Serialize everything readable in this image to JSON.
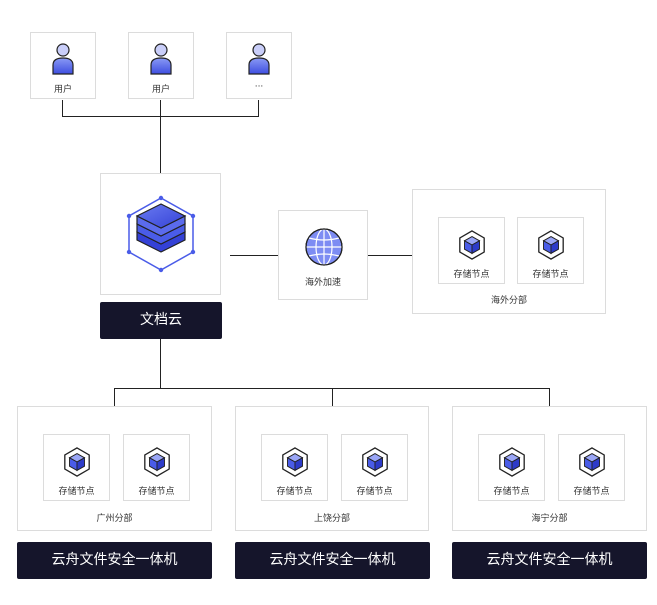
{
  "users": [
    {
      "label": "用户",
      "icon": "user-icon"
    },
    {
      "label": "用户",
      "icon": "user-icon"
    },
    {
      "label": "···",
      "icon": "user-icon"
    }
  ],
  "cloud": {
    "label": "文档云",
    "icon": "cloud-stack-icon"
  },
  "accel": {
    "label": "海外加速",
    "icon": "globe-icon"
  },
  "overseas": {
    "title": "海外分部",
    "nodes": [
      "存储节点",
      "存储节点"
    ]
  },
  "branches": [
    {
      "title": "广州分部",
      "nodes": [
        "存储节点",
        "存储节点"
      ],
      "appliance": "云舟文件安全一体机"
    },
    {
      "title": "上饶分部",
      "nodes": [
        "存储节点",
        "存储节点"
      ],
      "appliance": "云舟文件安全一体机"
    },
    {
      "title": "海宁分部",
      "nodes": [
        "存储节点",
        "存储节点"
      ],
      "appliance": "云舟文件安全一体机"
    }
  ],
  "colors": {
    "accent": "#4a5ce8",
    "dark_bar": "#15152b",
    "line": "#222222",
    "border": "#dcdcdc"
  }
}
